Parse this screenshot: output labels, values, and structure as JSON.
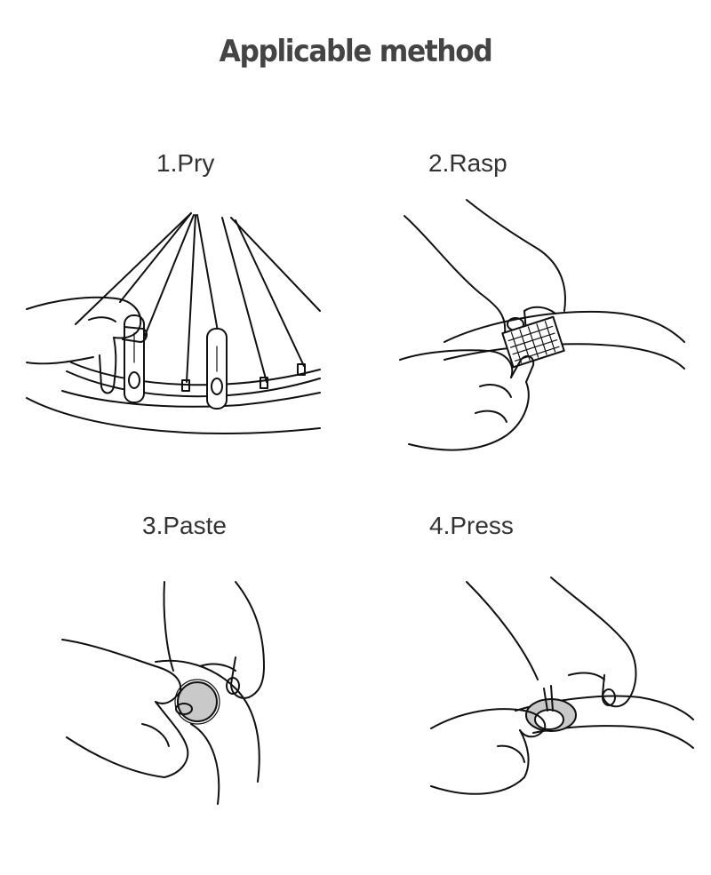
{
  "title": "Applicable method",
  "steps": [
    {
      "label": "1.Pry"
    },
    {
      "label": "2.Rasp"
    },
    {
      "label": "3.Paste"
    },
    {
      "label": "4.Press"
    }
  ],
  "colors": {
    "text": "#333333",
    "title": "#444444",
    "line": "#111111",
    "patch": "#c9c9c9"
  }
}
